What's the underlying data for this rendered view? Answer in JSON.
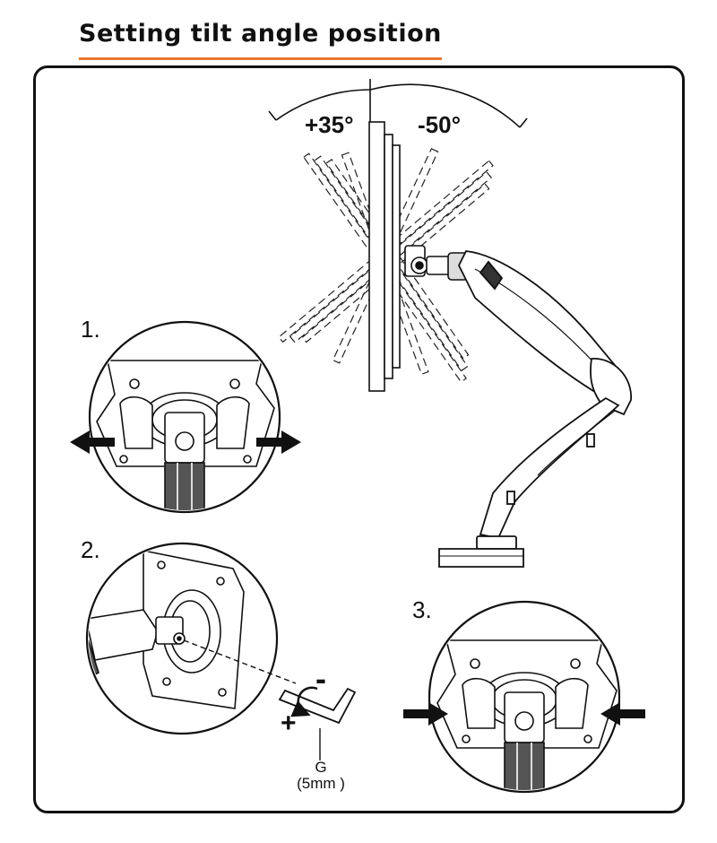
{
  "title": "Setting tilt angle position",
  "accent_color": "#e8772e",
  "angles": {
    "tilt_up": "+35°",
    "tilt_down": "-50°"
  },
  "steps": {
    "step1": "1.",
    "step2": "2.",
    "step3": "3."
  },
  "tool": {
    "letter": "G",
    "size": "(5mm )",
    "loosen": "-",
    "tighten": "+"
  },
  "icons": [
    "arrow-left-icon",
    "arrow-right-icon",
    "hex-key-icon",
    "rotation-arrow-icon"
  ]
}
